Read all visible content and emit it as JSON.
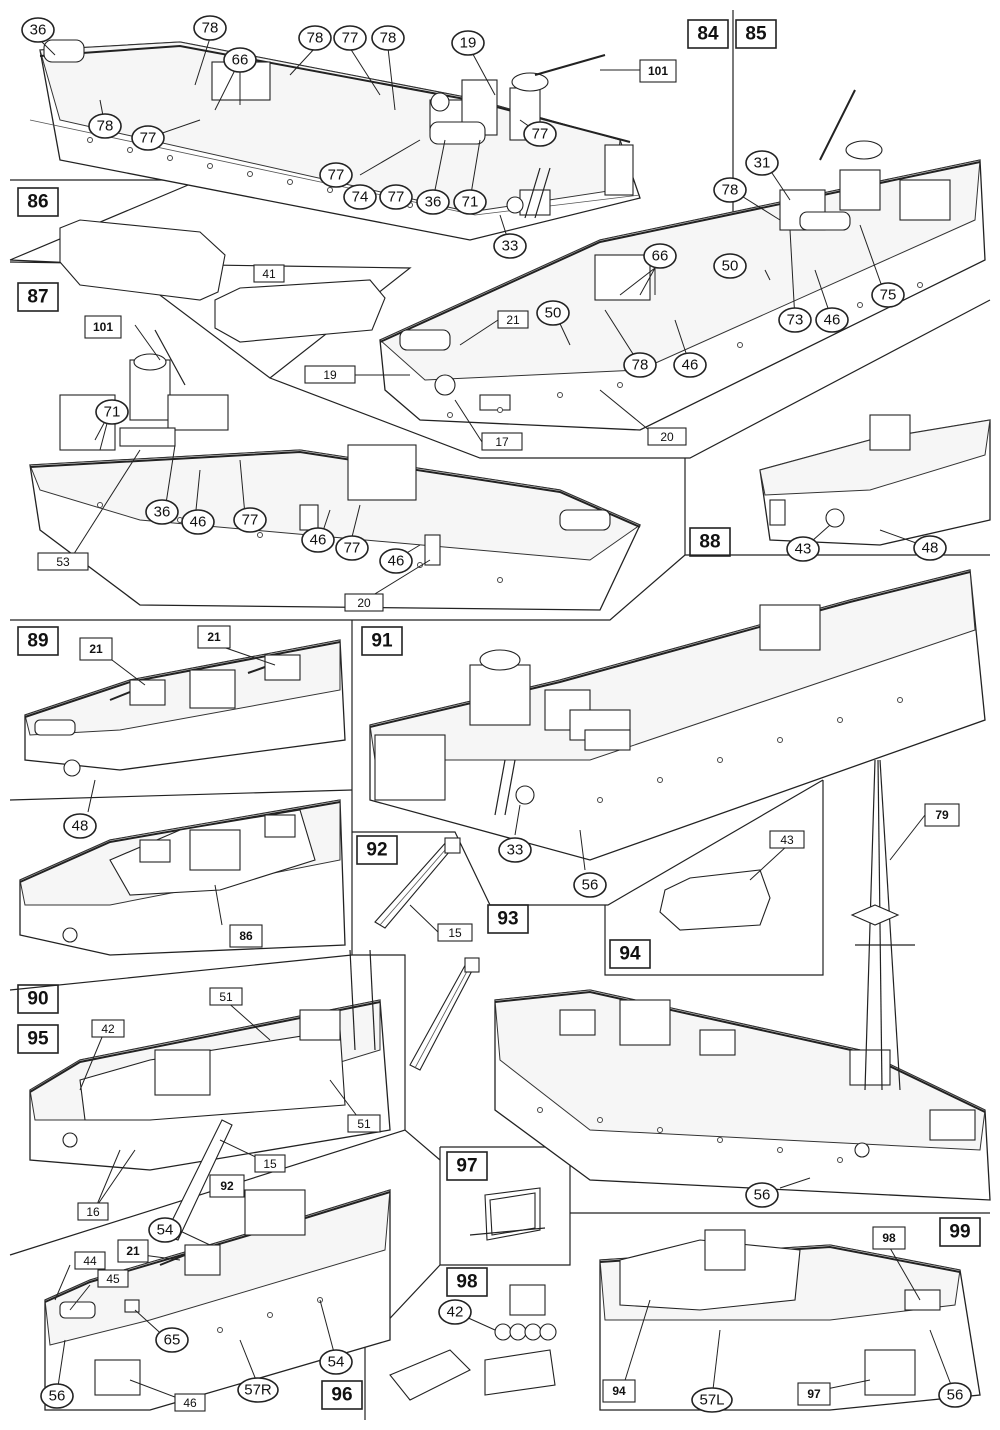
{
  "steps": {
    "s84": "84",
    "s85": "85",
    "s86": "86",
    "s87": "87",
    "s88": "88",
    "s89": "89",
    "s90": "90",
    "s91": "91",
    "s92": "92",
    "s93": "93",
    "s94": "94",
    "s95": "95",
    "s96": "96",
    "s97": "97",
    "s98": "98",
    "s99": "99"
  },
  "callouts": {
    "c36": "36",
    "c78": "78",
    "c66": "66",
    "c77": "77",
    "c19": "19",
    "c74": "74",
    "c71": "71",
    "c33": "33",
    "c31": "31",
    "c50": "50",
    "c75": "75",
    "c73": "73",
    "c46": "46",
    "c43": "43",
    "c48": "48",
    "c56": "56",
    "c54": "54",
    "c65": "65",
    "c57R": "57R",
    "c57L": "57L",
    "c42": "42",
    "c21": "21"
  },
  "boxes": {
    "b101": "101",
    "b41": "41",
    "b21": "21",
    "b19": "19",
    "b17": "17",
    "b20": "20",
    "b53": "53",
    "b86": "86",
    "b15": "15",
    "b43": "43",
    "b79": "79",
    "b42": "42",
    "b51": "51",
    "b16": "16",
    "b92": "92",
    "b44": "44",
    "b45": "45",
    "b46": "46",
    "b21b": "21",
    "b98": "98",
    "b94": "94",
    "b97": "97"
  }
}
